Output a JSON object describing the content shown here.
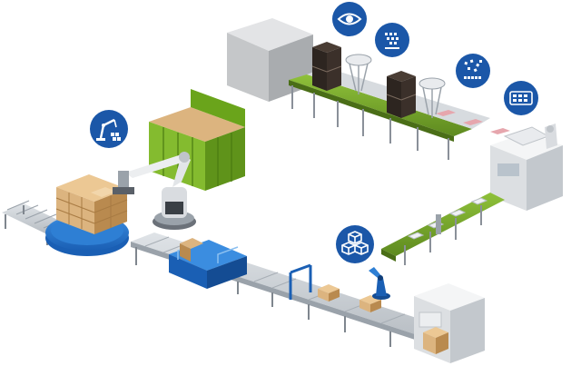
{
  "diagram": {
    "colors": {
      "background": "#ffffff",
      "badge": "#1b57a8",
      "badge_icon": "#ffffff",
      "belt_green": "#5e8a1f",
      "belt_green_light": "#8fc13a",
      "frame_gray": "#c9ced3",
      "frame_gray_dark": "#9aa2aa",
      "leg_gray": "#8a9099",
      "dark_cabinet": "#2d2520",
      "cube_gray": "#c5c7c9",
      "box_kraft": "#dcb47f",
      "box_kraft_dark": "#b98a4f",
      "cage_green": "#7ab51d",
      "turntable_blue": "#1f73c7",
      "tray_pink": "#e6a6ad",
      "machine_white": "#ecedef",
      "robot_blue": "#1a5fb4"
    },
    "badges": [
      {
        "icon": "eye-icon"
      },
      {
        "icon": "sorting-icon"
      },
      {
        "icon": "scatter-to-pack-icon"
      },
      {
        "icon": "tray-grid-icon"
      },
      {
        "icon": "robot-arm-icon"
      },
      {
        "icon": "stacked-boxes-icon"
      }
    ],
    "stations": [
      "vision-inspection",
      "pick-and-sort",
      "grouping",
      "tray-packing",
      "case-packing",
      "carton-erecting",
      "palletizing"
    ]
  }
}
